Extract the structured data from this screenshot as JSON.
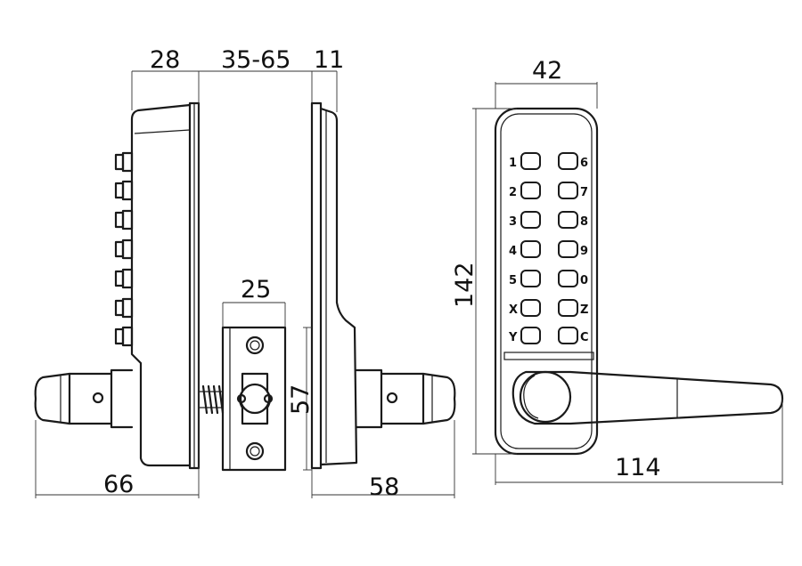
{
  "dimensions": {
    "side_width_left": "28",
    "door_thickness": "35-65",
    "side_width_right": "11",
    "latch_faceplate_width": "25",
    "latch_faceplate_height": "57",
    "handle_reach_left": "66",
    "handle_reach_right": "58",
    "front_width": "42",
    "front_height": "142",
    "front_handle_length": "114"
  },
  "keypad": {
    "left_keys": [
      "1",
      "2",
      "3",
      "4",
      "5",
      "X",
      "Y"
    ],
    "right_keys": [
      "6",
      "7",
      "8",
      "9",
      "0",
      "Z",
      "C"
    ]
  }
}
